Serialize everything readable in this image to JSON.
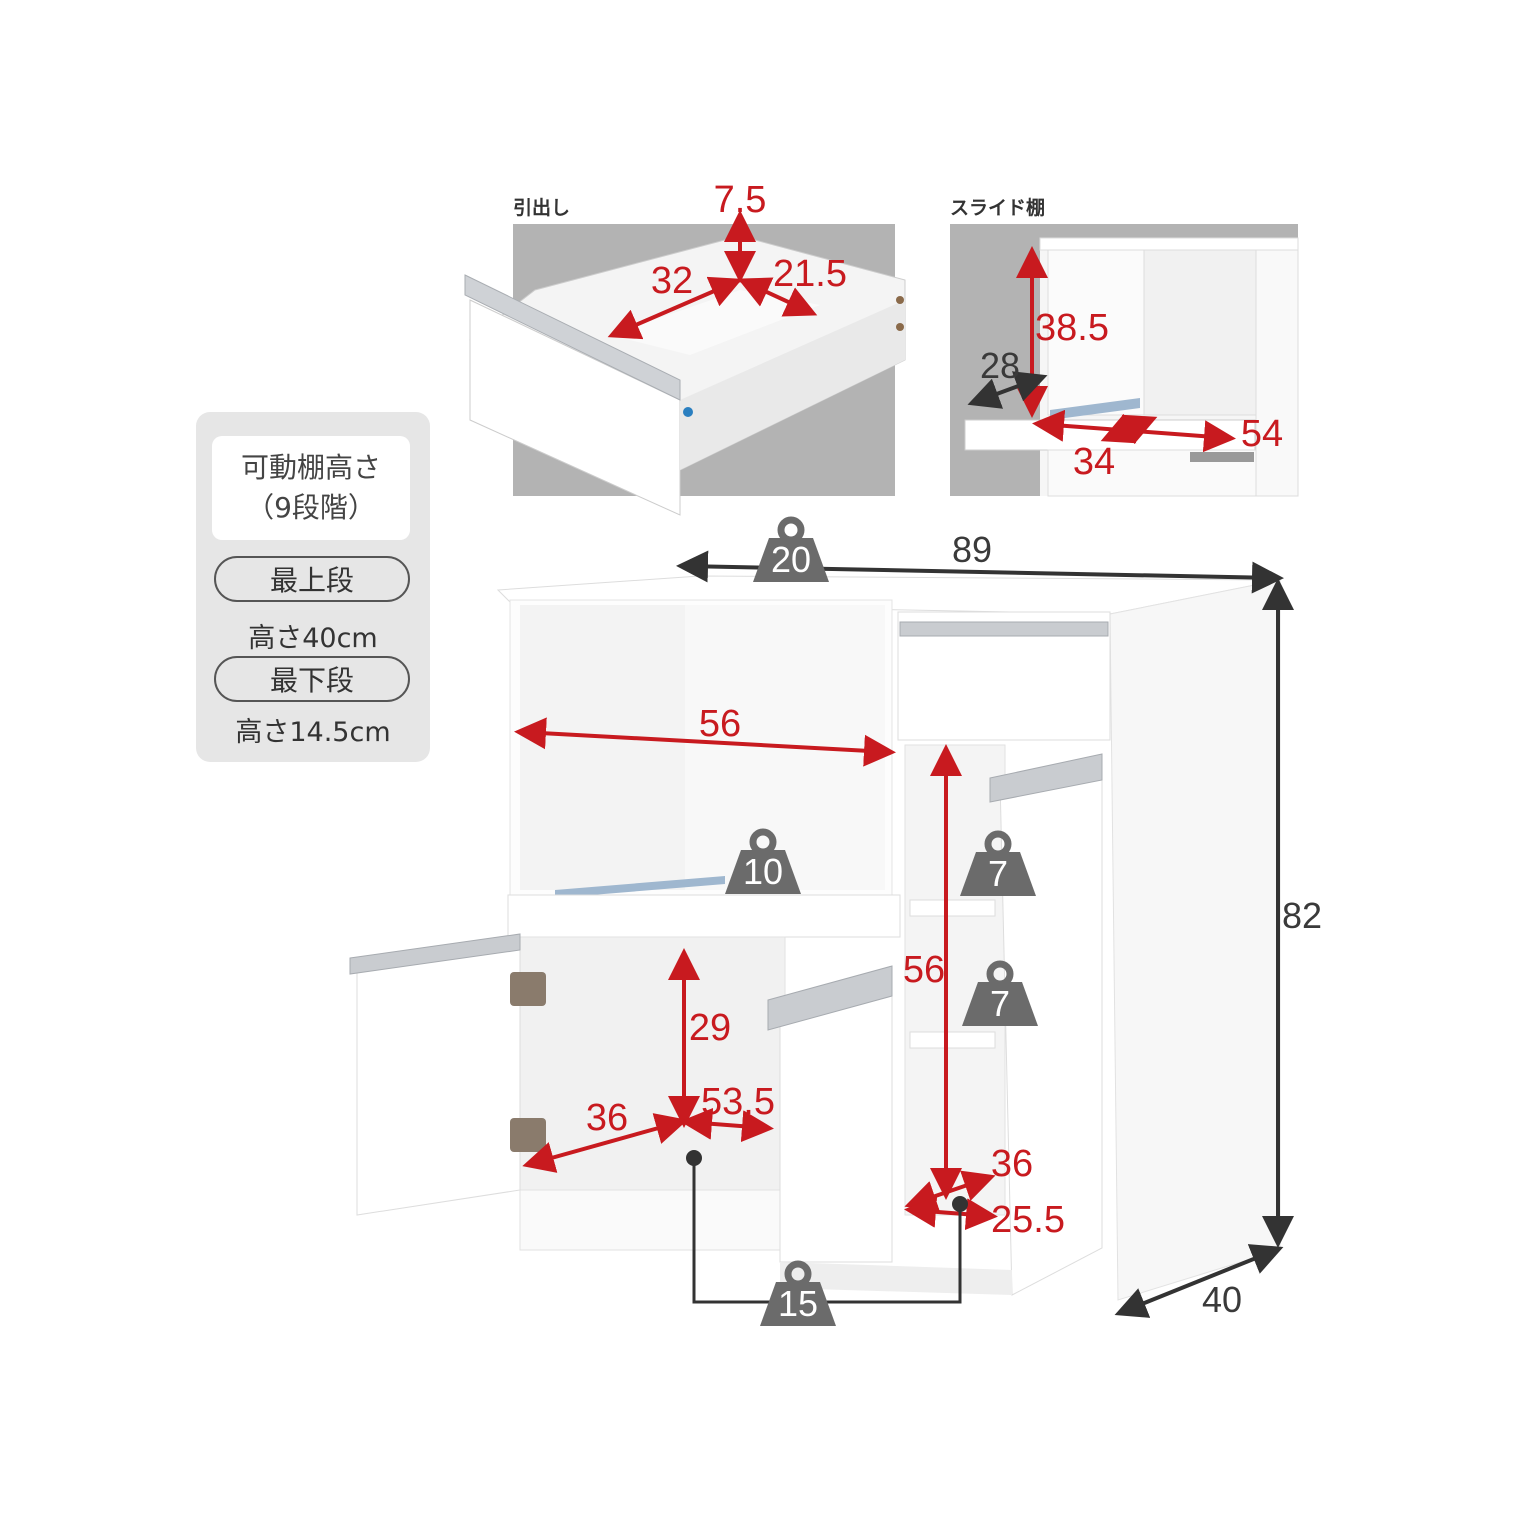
{
  "info_box": {
    "title_line1": "可動棚高さ",
    "title_line2": "（9段階）",
    "top": {
      "label": "最上段",
      "value": "高さ40cm"
    },
    "bottom": {
      "label": "最下段",
      "value": "高さ14.5cm"
    }
  },
  "drawer_panel": {
    "caption": "引出し",
    "dims": {
      "height": "7.5",
      "width": "32",
      "depth": "21.5"
    }
  },
  "slide_shelf_panel": {
    "caption": "スライド棚",
    "dims": {
      "height": "38.5",
      "depth": "28",
      "inner": "34",
      "outer": "54"
    }
  },
  "main": {
    "width": "89",
    "height": "82",
    "depth": "40",
    "open_shelf_width": "56",
    "right_column_height": "56",
    "lower_height": "29",
    "lower_width": "36",
    "lower_depth": "53.5",
    "right_width": "36",
    "right_depth": "25.5"
  },
  "load_limits": {
    "top": "20",
    "open_shelf": "10",
    "right_upper": "7",
    "right_middle": "7",
    "bottom": "15"
  },
  "colors": {
    "dimension_line": "#c81a1f",
    "weight_badge": "#6b6b6b",
    "photo_background": "#b3b3b3"
  }
}
